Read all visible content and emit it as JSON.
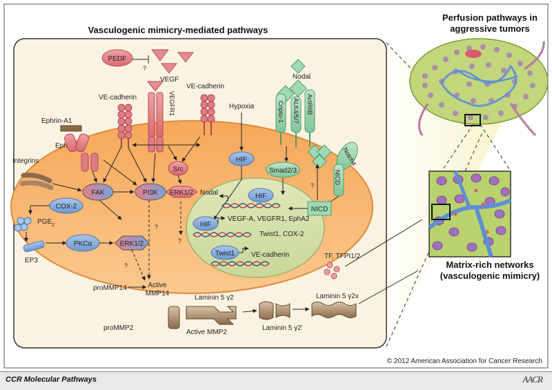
{
  "panel_title": "Vasculogenic mimicry-mediated pathways",
  "inset_title_line1": "Perfusion pathways in",
  "inset_title_line2": "aggressive tumors",
  "matrix_line1": "Matrix-rich networks",
  "matrix_line2": "(vasculogenic mimicry)",
  "copyright": "© 2012 American Association for Cancer Research",
  "footer_journal": "CCR Molecular Pathways",
  "footer_logo": "AACR",
  "labels": {
    "pedf": "PEDF",
    "q1": "?",
    "vegf": "VEGF",
    "vecad1": "VE-cadherin",
    "vecad2": "VE-cadherin",
    "vegfr1": "VEGFR1",
    "hypoxia": "Hypoxia",
    "nodal_top": "Nodal",
    "cripto": "Cripto-1",
    "alk": "ALK4/5/7",
    "actriib": "ActRIIB",
    "ephrin": "Ephrin-A1",
    "epha2": "EphA2",
    "integrins": "Integrins",
    "src": "Src",
    "hif_cyto": "HIF",
    "fak": "FAK",
    "pi3k": "PI3K",
    "erk_a": "ERK1/2",
    "smad": "Smad2/3",
    "notch4": "Notch4",
    "nicd_a": "NICD",
    "nicd_b": "NICD",
    "q2": "?",
    "q3": "?",
    "q4": "?",
    "q5": "?",
    "cox2": "COX-2",
    "pge": "PGE",
    "pge_sub": "2",
    "ep3": "EP3",
    "pkc": "PKCα",
    "erk_b": "ERK1/2",
    "nodal_nuc": "Nodal",
    "hif_nuc1": "HIF",
    "hif_nuc2": "HIF",
    "targets1": "VEGF-A, VEGFR1, EphA2",
    "targets2": "Twist1, COX-2",
    "twist1": "Twist1",
    "vecad_gene": "VE-cadherin",
    "tf": "TF, TFPI1/2",
    "prommp14": "proMMP14",
    "active_mmp14_1": "Active",
    "active_mmp14_2": "MMP14",
    "laminin1": "Laminin 5 γ2",
    "laminin2": "Laminin 5 γ2'",
    "laminin3": "Laminin 5 γ2x",
    "prommp2": "proMMP2",
    "active_mmp2": "Active MMP2"
  }
}
